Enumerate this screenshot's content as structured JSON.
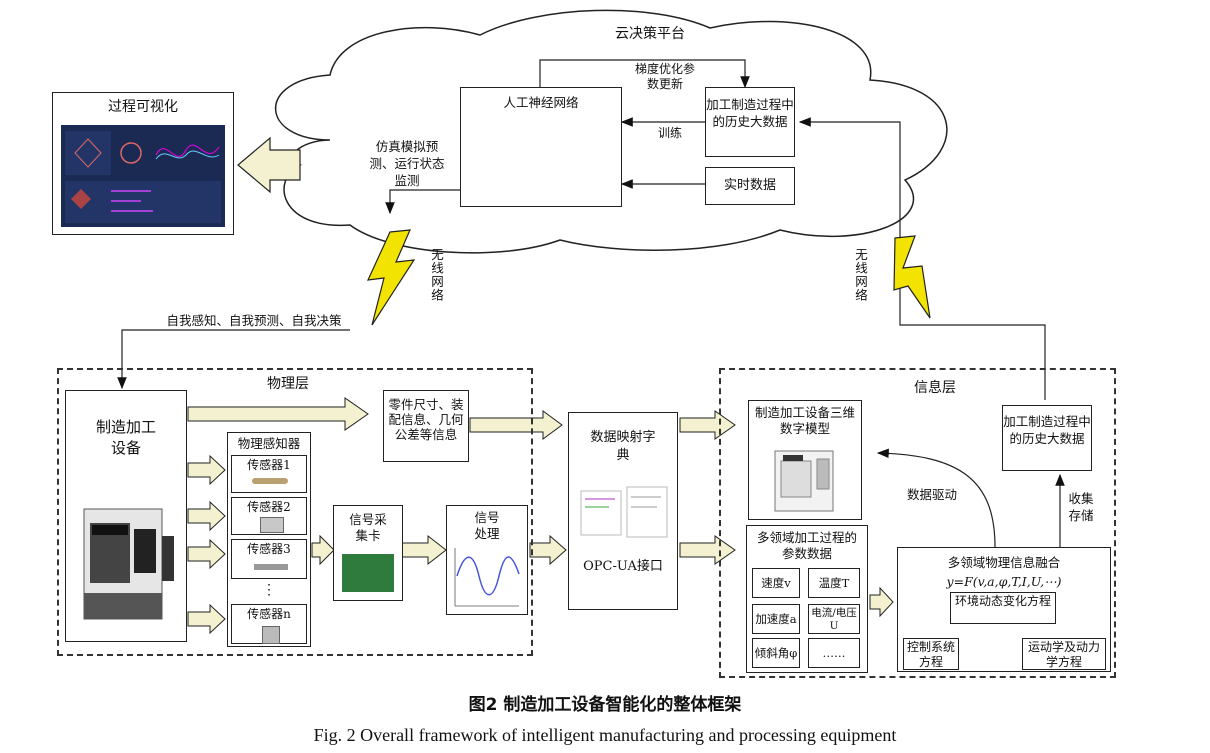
{
  "cloud": {
    "title": "云决策平台"
  },
  "visualization": {
    "title": "过程可视化"
  },
  "neural_net": {
    "title": "人工神经网络"
  },
  "history_data_top": {
    "text": "加工制造过程中的历史大数据"
  },
  "realtime": {
    "text": "实时数据"
  },
  "labels": {
    "gradient": "梯度优化参数更新",
    "train": "训练",
    "sim": "仿真模拟预测、运行状态监测",
    "wireless_left": "无线网络",
    "wireless_right": "无线网络",
    "self": "自我感知、自我预测、自我决策",
    "data_drive": "数据驱动",
    "collect": "收集存储"
  },
  "physical": {
    "title": "物理层",
    "equipment": "制造加工设备",
    "parts": "零件尺寸、装配信息、几何公差等信息",
    "sensors_title": "物理感知器",
    "sensors": [
      "传感器1",
      "传感器2",
      "传感器3",
      "传感器n"
    ],
    "ellipsis": "⋮",
    "daq": "信号采集卡",
    "signal": "信号处理"
  },
  "mapping": {
    "title": "数据映射字典",
    "opc": "OPC-UA接口"
  },
  "info": {
    "title": "信息层",
    "digital_model": "制造加工设备三维数字模型",
    "history": "加工制造过程中的历史大数据",
    "multi_params": "多领域加工过程的参数数据",
    "params": [
      "速度v",
      "温度T",
      "加速度a",
      "电流/电压U",
      "倾斜角φ",
      "……"
    ],
    "fusion_title": "多领域物理信息融合",
    "formula": "y=F(v,a,φ,T,I,U,⋯)",
    "env": "环境动态变化方程",
    "control": "控制系统方程",
    "kinematics": "运动学及动力学方程"
  },
  "caption": {
    "cn": "图2   制造加工设备智能化的整体框架",
    "en": "Fig. 2   Overall framework of intelligent manufacturing and processing equipment"
  },
  "colors": {
    "arrow_fill": "#f3f1cf",
    "bolt": "#f2e400",
    "dash_blue": "#1b2a52"
  }
}
